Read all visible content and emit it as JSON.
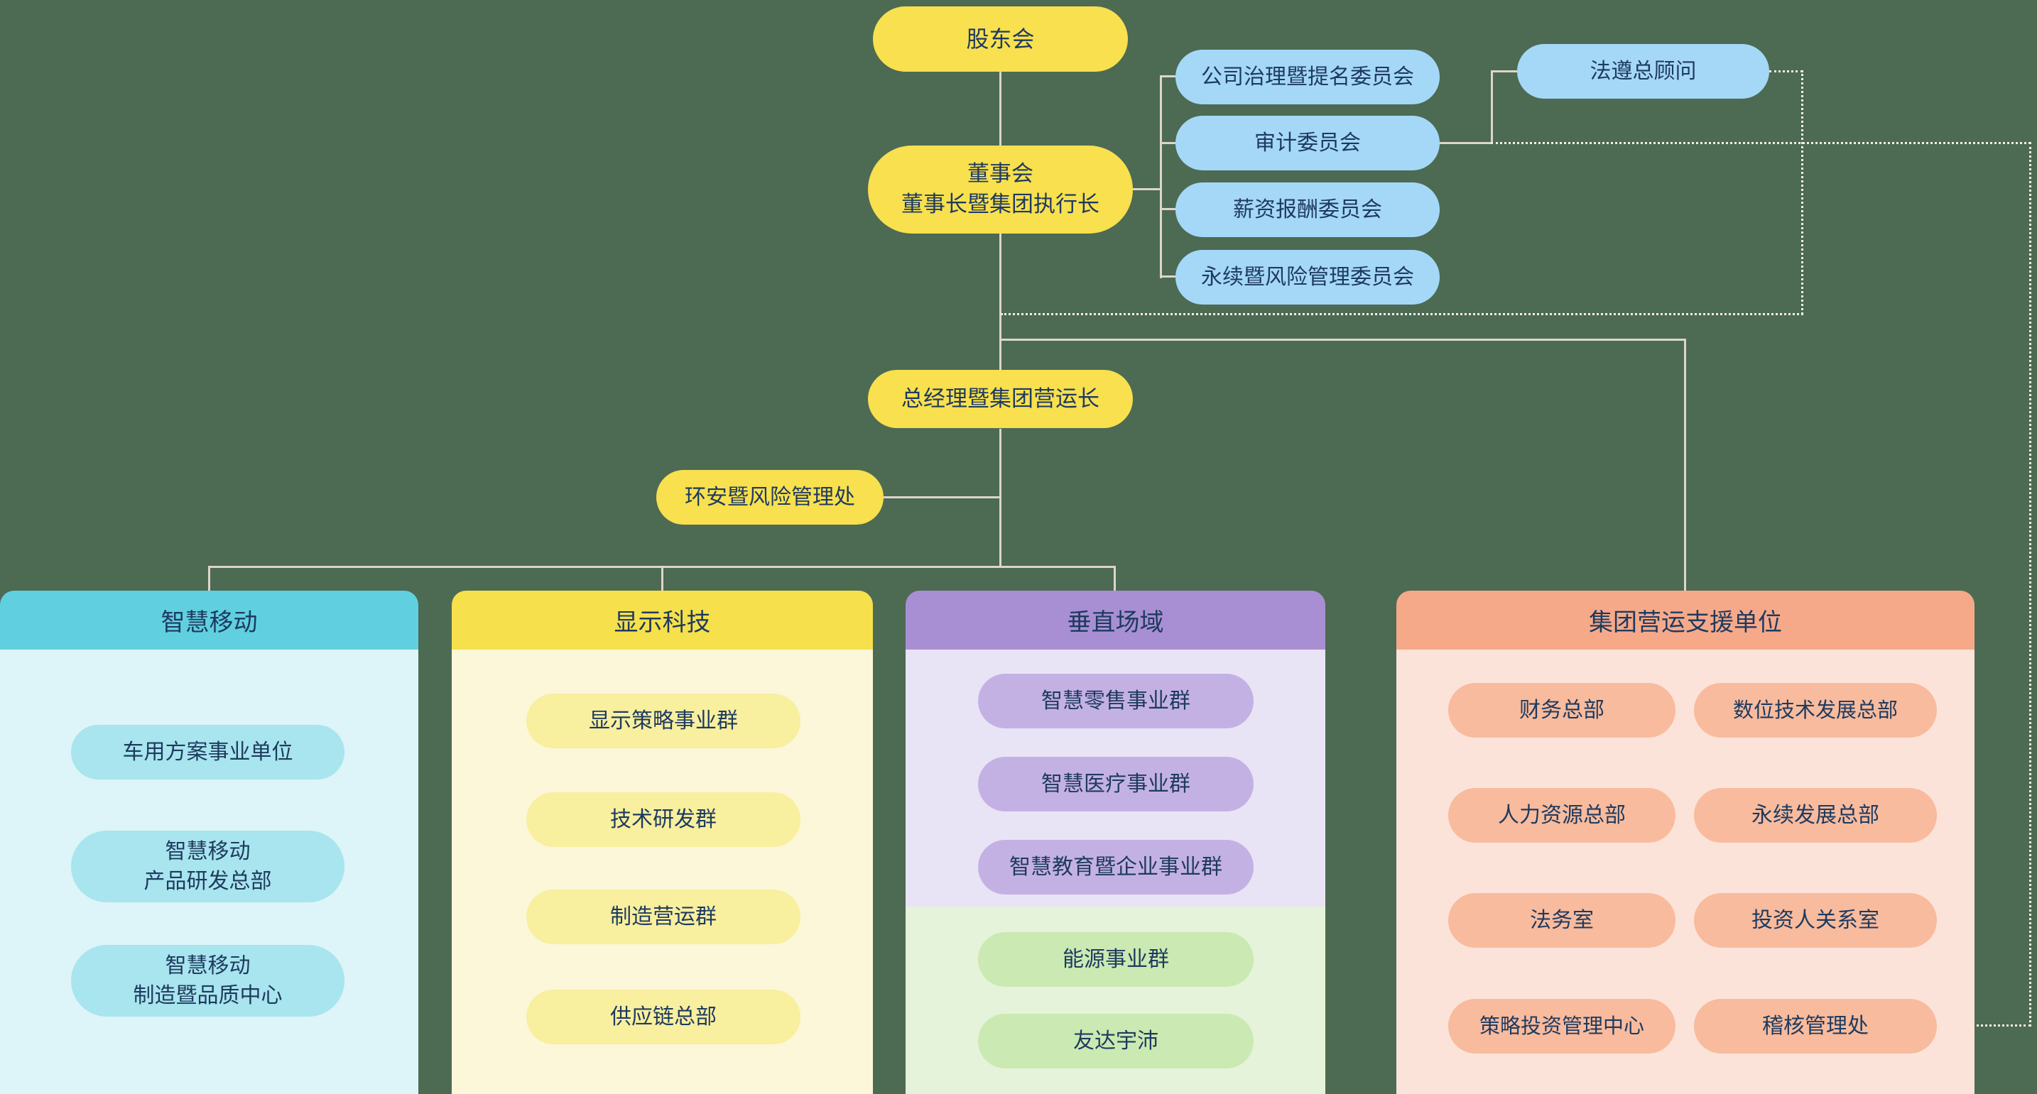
{
  "org": {
    "shareholders": "股东会",
    "board": "董事会\n董事长暨集团执行长",
    "committees": [
      "公司治理暨提名委员会",
      "审计委员会",
      "薪资报酬委员会",
      "永续暨风险管理委员会"
    ],
    "compliance_counsel": "法遵总顾问",
    "president": "总经理暨集团营运长",
    "ehs_risk_office": "环安暨风险管理处",
    "groups": [
      {
        "title": "智慧移动",
        "items": [
          "车用方案事业单位",
          "智慧移动\n产品研发总部",
          "智慧移动\n制造暨品质中心"
        ]
      },
      {
        "title": "显示科技",
        "items": [
          "显示策略事业群",
          "技术研发群",
          "制造营运群",
          "供应链总部"
        ]
      },
      {
        "title": "垂直场域",
        "items": [
          "智慧零售事业群",
          "智慧医疗事业群",
          "智慧教育暨企业事业群"
        ],
        "sub_items": [
          "能源事业群",
          "友达宇沛"
        ]
      },
      {
        "title": "集团营运支援单位",
        "items": [
          "财务总部",
          "数位技术发展总部",
          "人力资源总部",
          "永续发展总部",
          "法务室",
          "投资人关系室",
          "策略投资管理中心",
          "稽核管理处"
        ]
      }
    ]
  },
  "colors": {
    "bg": "#4d6a53",
    "ink": "#1e3a5f",
    "line": "#ddd5cd",
    "dotted": "#f2efe8",
    "yellow": "#f8e04e",
    "blue": "#a5d8f7",
    "cyan-head": "#60d0e0",
    "cyan-body": "#ddf4f8",
    "cyan-pill": "#a8e5ee",
    "yellow-head": "#f6e04b",
    "yellow-body": "#fbf7d8",
    "yellow-pill": "#f8ef9f",
    "purple-head": "#a88fd3",
    "purple-body": "#e9e4f5",
    "purple-pill": "#c4b1e4",
    "green-body": "#e4f3d9",
    "green-pill": "#cbe9b2",
    "salmon-head": "#f6a989",
    "salmon-body": "#fbe3d9",
    "salmon-pill": "#f8bb9d"
  }
}
